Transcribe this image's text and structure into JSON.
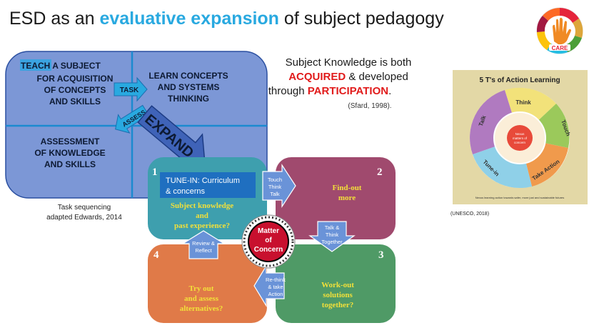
{
  "title": {
    "before": "ESD as an ",
    "highlight": "evaluative expansion",
    "after": " of subject pedagogy"
  },
  "care_logo": {
    "label": "CARE"
  },
  "quadrant": {
    "teach_word": "TEACH",
    "teach_rest": " A SUBJECT",
    "teach_line2": "FOR ACQUISITION",
    "teach_line3": "OF CONCEPTS",
    "teach_line4": "AND SKILLS",
    "learn_line1": "LEARN CONCEPTS",
    "learn_line2": "AND SYSTEMS",
    "learn_line3": "THINKING",
    "assess_line1": "ASSESSMENT",
    "assess_line2": "OF KNOWLEDGE",
    "assess_line3": "AND SKILLS",
    "task_arrow": "TASK",
    "assess_arrow": "ASSESS"
  },
  "expand_label": "EXPAND",
  "caption_left": {
    "line1": "Task sequencing",
    "line2": "adapted  Edwards, 2014"
  },
  "quote": {
    "line1": "Subject Knowledge is both",
    "acquired": "ACQUIRED",
    "line2_rest": "  & developed",
    "line3_pre": "through ",
    "participation": "PARTICIPATION",
    "line3_post": ".",
    "citation": "(Sfard, 1998)."
  },
  "cycle": {
    "box1": {
      "number": "1",
      "tune_line1": "TUNE-IN: Curriculum",
      "tune_line2": "& concerns",
      "text_line1": "Subject knowledge",
      "text_line2": "and",
      "text_line3": "past experience?"
    },
    "box2": {
      "number": "2",
      "text_line1": "Find-out",
      "text_line2": "more"
    },
    "box3": {
      "number": "3",
      "text_line1": "Work-out",
      "text_line2": "solutions",
      "text_line3": "together?"
    },
    "box4": {
      "number": "4",
      "text_line1": "Try out",
      "text_line2": "and assess",
      "text_line3": "alternatives?"
    },
    "arrow_touch": [
      "Touch",
      "Think",
      "Talk"
    ],
    "arrow_talk": [
      "Talk &",
      "Think",
      "Together"
    ],
    "arrow_rethink": [
      "Re-think",
      "& take",
      "Action"
    ],
    "arrow_review": [
      "Review &",
      "Reflect"
    ],
    "center": {
      "line1": "Matter",
      "line2": "of",
      "line3": "Concern"
    }
  },
  "unesco": {
    "title": "5 T's of Action Learning",
    "segments": [
      "Think",
      "Touch",
      "Take Action",
      "Tune-in",
      "Talk"
    ],
    "center_line1": "Nexus",
    "center_line2": "matters of",
    "center_line3": "concern",
    "caption": "Nexus learning action towards safer, more just and sustainable futures",
    "source": "(UNESCO, 2018)"
  },
  "colors": {
    "title_highlight": "#29a9e0",
    "quadrant_fill": "#7c97d6",
    "quadrant_lines": "#1b8ad0",
    "box1": "#3e9fae",
    "box2": "#a04a6e",
    "box3": "#4f9a66",
    "box4": "#e07a48",
    "arrow": "#6a93d8",
    "question_text": "#f2e03a",
    "red_text": "#e11b1b",
    "center_ring": "#c8102e"
  }
}
